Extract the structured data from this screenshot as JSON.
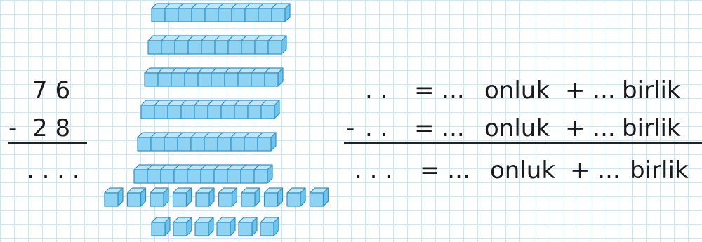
{
  "problem": {
    "minuend": "7 6",
    "subtrahend": "2 8",
    "operator": "-",
    "result_blank": ". . . ."
  },
  "decomposition": {
    "row1": {
      "blank": ". .",
      "eq": "= ...",
      "tens_word": "onluk",
      "plus": "+ ...",
      "ones_word": "birlik"
    },
    "row2": {
      "operator": "-",
      "blank": ". .",
      "eq": "= ...",
      "tens_word": "onluk",
      "plus": "+ ...",
      "ones_word": "birlik"
    },
    "row3": {
      "blank": ". . .",
      "eq": "= ...",
      "tens_word": "onluk",
      "plus": "+ ...",
      "ones_word": "birlik"
    }
  },
  "base_ten_blocks": {
    "tens_rods": 6,
    "ones_units_row1": 10,
    "ones_units_row2": 6,
    "fill_color": "#8fd3f2",
    "edge_color": "#2f93c9"
  }
}
